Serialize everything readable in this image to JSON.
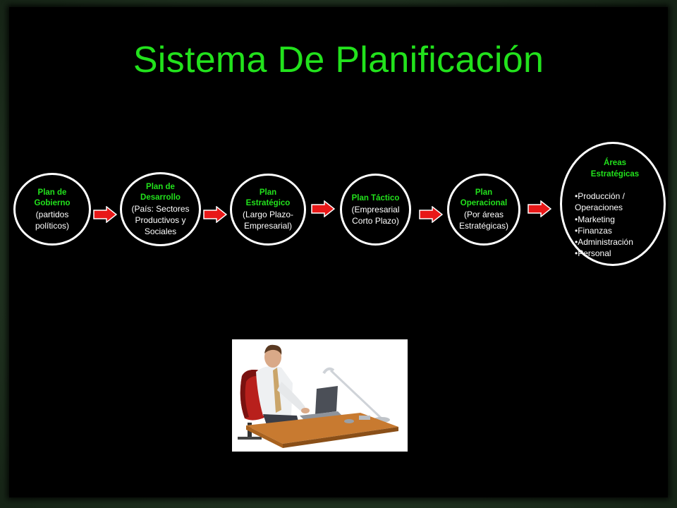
{
  "title": "Sistema De Planificación",
  "colors": {
    "accent": "#22e21c",
    "arrow": "#e81818",
    "background": "#000000",
    "outline": "#ffffff"
  },
  "nodes": [
    {
      "head": [
        "Plan de",
        "Gobierno"
      ],
      "body": [
        "(partidos",
        "políticos)"
      ]
    },
    {
      "head": [
        "Plan de",
        "Desarrollo"
      ],
      "body": [
        "(País: Sectores",
        "Productivos y",
        "Sociales"
      ]
    },
    {
      "head": [
        "Plan",
        "Estratégico"
      ],
      "body": [
        "(Largo  Plazo-",
        "Empresarial)"
      ]
    },
    {
      "head": [
        "Plan Táctico"
      ],
      "body": [
        "(Empresarial",
        "Corto Plazo)"
      ]
    },
    {
      "head": [
        "Plan",
        "Operacional"
      ],
      "body": [
        "(Por áreas",
        "Estratégicas)"
      ]
    }
  ],
  "areas": {
    "head": [
      "Áreas",
      "Estratégicas"
    ],
    "items": [
      "•Producción /",
      "Operaciones",
      "•Marketing",
      "•Finanzas",
      "•Administración",
      "•Personal"
    ]
  },
  "illustration": {
    "icon": "person-at-computer-icon"
  }
}
